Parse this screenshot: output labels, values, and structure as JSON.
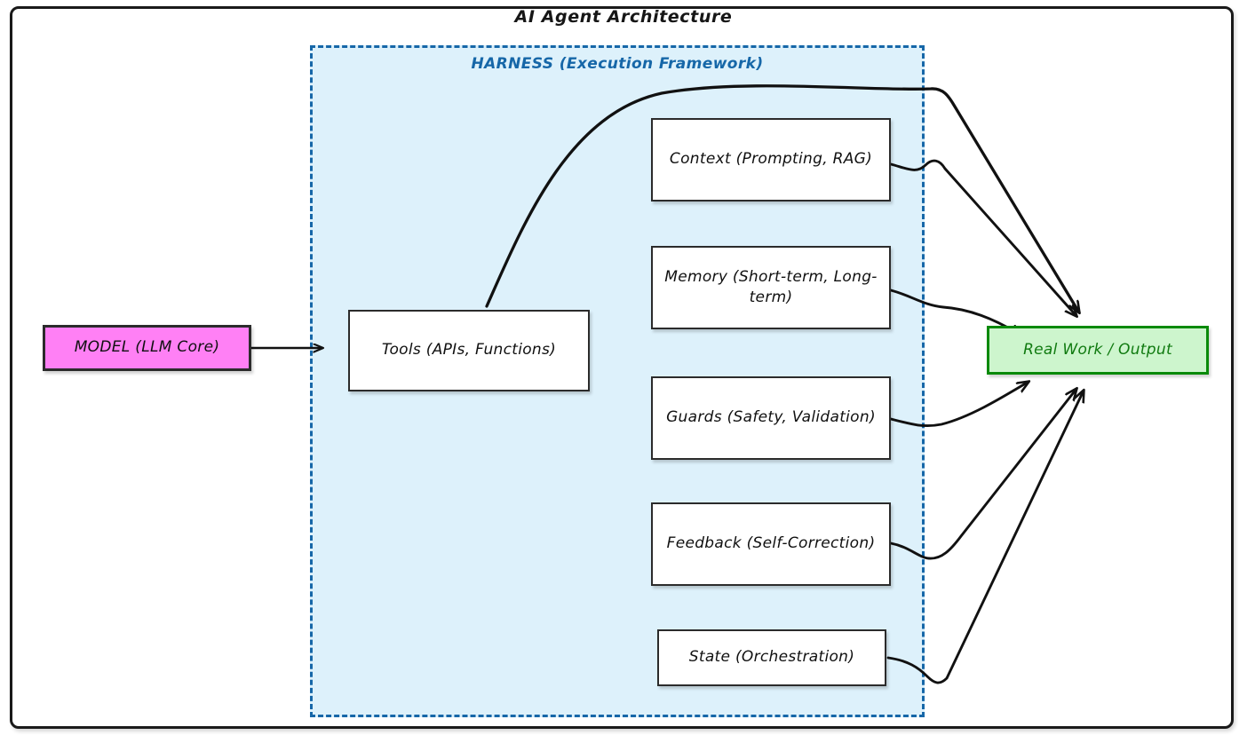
{
  "diagram": {
    "title": "AI Agent Architecture",
    "type": "flowchart",
    "style": "hand-drawn",
    "colors": {
      "harness_fill": "#ddf1fb",
      "harness_border": "#1667a8",
      "harness_label_text": "#1667a8",
      "model_fill": "#ff80f5",
      "model_border": "#2b2b2b",
      "output_fill": "#cdf5cd",
      "output_border": "#0a8a0a",
      "output_text": "#107a10",
      "node_fill": "#ffffff",
      "node_border": "#2b2b2b",
      "edge_stroke": "#111111",
      "frame_border": "#1a1a1a",
      "page_background": "#ffffff"
    }
  },
  "harness": {
    "label": "HARNESS (Execution Framework)"
  },
  "nodes": {
    "model": {
      "label": "MODEL (LLM Core)"
    },
    "tools": {
      "label": "Tools (APIs, Functions)"
    },
    "context": {
      "label": "Context (Prompting, RAG)"
    },
    "memory": {
      "label": "Memory (Short-term, Long-term)"
    },
    "guards": {
      "label": "Guards (Safety, Validation)"
    },
    "feedback": {
      "label": "Feedback (Self-Correction)"
    },
    "state": {
      "label": "State (Orchestration)"
    },
    "output": {
      "label": "Real Work / Output"
    }
  },
  "edges": [
    {
      "from": "model",
      "to": "tools",
      "label": ""
    },
    {
      "from": "tools",
      "to": "output",
      "label": ""
    },
    {
      "from": "context",
      "to": "output",
      "label": ""
    },
    {
      "from": "memory",
      "to": "output",
      "label": ""
    },
    {
      "from": "guards",
      "to": "output",
      "label": ""
    },
    {
      "from": "feedback",
      "to": "output",
      "label": ""
    },
    {
      "from": "state",
      "to": "output",
      "label": ""
    }
  ]
}
